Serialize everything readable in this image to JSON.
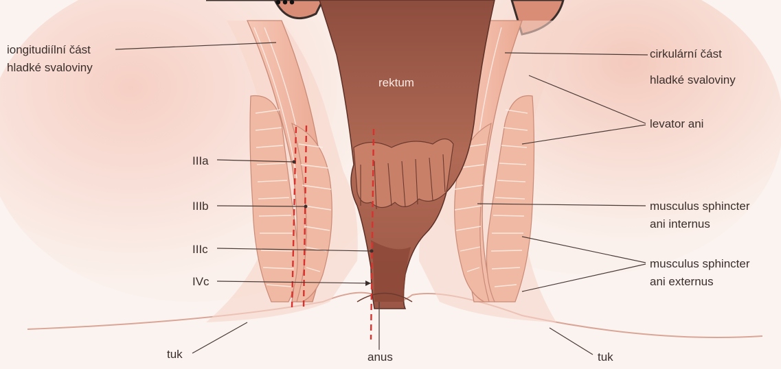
{
  "title_fragment": "...",
  "labels": {
    "longitudinal_line1": "iongitudiílní část",
    "longitudinal_line2": "hladké svaloviny",
    "circular_line1": "cirkulární část",
    "circular_line2": "hladké svaloviny",
    "rectum": "rektum",
    "levator": "levator ani",
    "internus_line1": "musculus sphincter",
    "internus_line2": "ani internus",
    "externus_line1": "musculus sphincter",
    "externus_line2": "ani externus",
    "grade_IIIa": "IIIa",
    "grade_IIIb": "IIIb",
    "grade_IIIc": "IIIc",
    "grade_IVc": "IVc",
    "fat_left": "tuk",
    "fat_right": "tuk",
    "anus": "anus"
  },
  "colors": {
    "background": "#fbf3ef",
    "muscle": "#f0b9a4",
    "rectum": "#a8614e",
    "tear_line": "#d8322e"
  }
}
